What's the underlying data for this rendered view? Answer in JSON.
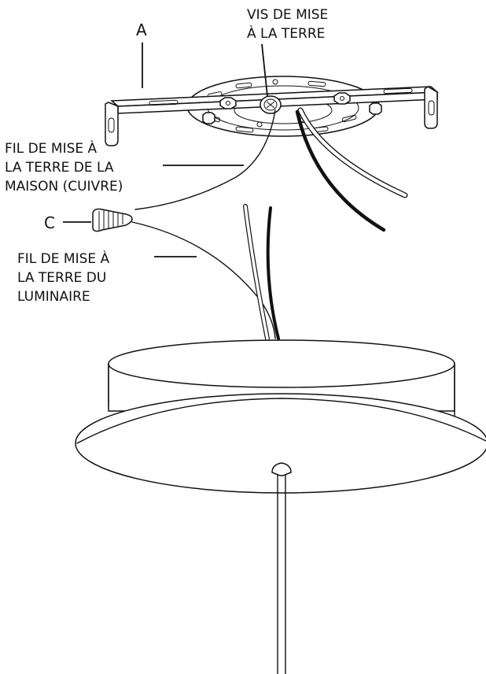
{
  "labels": {
    "ground_screw_line1": "VIS DE MISE",
    "ground_screw_line2": "À LA TERRE",
    "bracket": "A",
    "house_ground_line1": "FIL DE MISE À",
    "house_ground_line2": "LA TERRE DE LA",
    "house_ground_line3": "MAISON (CUIVRE)",
    "connector": "C",
    "fixture_ground_line1": "FIL DE MISE À",
    "fixture_ground_line2": "LA TERRE DU",
    "fixture_ground_line3": "LUMINAIRE"
  }
}
